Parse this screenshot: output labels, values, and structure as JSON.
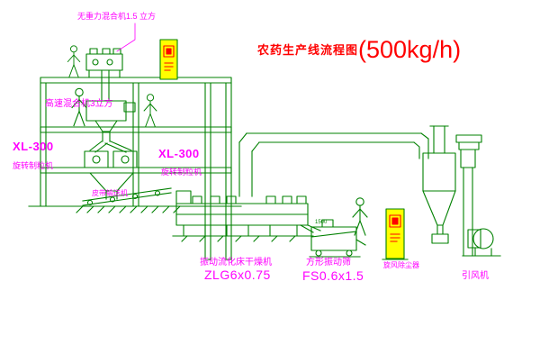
{
  "title": {
    "text": "农药生产线流程图",
    "capacity": "(500kg/h)"
  },
  "labels": {
    "top_mixer": "无重力混合机1.5 立方",
    "high_speed_mixer": "高速混合机3立方",
    "xl300_left": "XL-300",
    "granulator_left": "旋转制粒机",
    "xl300_mid": "XL-300",
    "granulator_mid": "旋转制粒机",
    "belt_conveyor": "皮带输送机",
    "dryer_name": "振动流化床干燥机",
    "dryer_model": "ZLG6x0.75",
    "sieve_name": "方形振动筛",
    "sieve_model": "FS0.6x1.5",
    "cyclone": "旋风除尘器",
    "fan": "引风机",
    "dim_sieve": "1500"
  },
  "colors": {
    "line": "#008000",
    "label": "#ff00ff",
    "title": "#ff0000",
    "cabinet": "#ffff00",
    "accent": "#ff0000",
    "bg": "#ffffff"
  }
}
